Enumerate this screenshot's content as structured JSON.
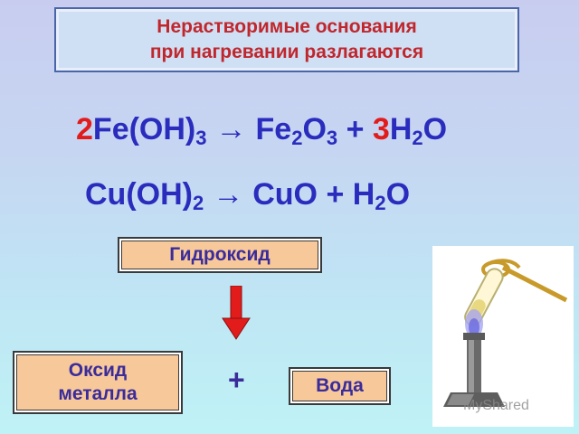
{
  "title": {
    "line1": "Нерастворимые основания",
    "line2": "при нагревании разлагаются"
  },
  "equation1": {
    "coef1": "2",
    "reactant": "Fe(OH)",
    "reactant_sub": "3",
    "arrow": "→",
    "product1_a": "Fe",
    "product1_sub1": "2",
    "product1_b": "O",
    "product1_sub2": "3",
    "plus": "+",
    "coef2": "3",
    "product2_a": "H",
    "product2_sub": "2",
    "product2_b": "O"
  },
  "equation2": {
    "reactant": "Cu(OH)",
    "reactant_sub": "2",
    "arrow": "→",
    "product1": "CuO",
    "plus": "+",
    "product2_a": "H",
    "product2_sub": "2",
    "product2_b": "O"
  },
  "scheme": {
    "hydroxide": "Гидроксид",
    "oxide_line1": "Оксид",
    "oxide_line2": "металла",
    "plus": "+",
    "water": "Вода"
  },
  "watermark": "MyShared",
  "colors": {
    "title_text": "#c0272d",
    "formula_text": "#2a2cbd",
    "coefficient": "#e21b1b",
    "box_fill": "#f7c89a",
    "arrow_fill": "#e21b1b"
  }
}
